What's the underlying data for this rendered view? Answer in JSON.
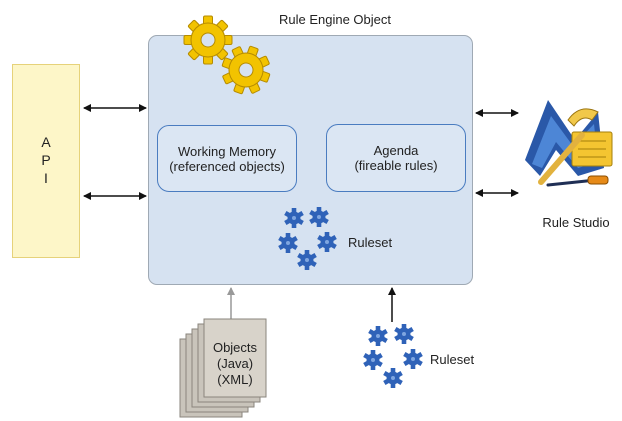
{
  "api": {
    "letters": [
      "A",
      "P",
      "I"
    ]
  },
  "engine": {
    "title": "Rule Engine Object",
    "working_memory": {
      "line1": "Working Memory",
      "line2": "(referenced objects)"
    },
    "agenda": {
      "line1": "Agenda",
      "line2": "(fireable rules)"
    },
    "ruleset_label": "Ruleset"
  },
  "external_ruleset": {
    "label": "Ruleset"
  },
  "objects": {
    "line1": "Objects",
    "line2": "(Java)",
    "line3": "(XML)"
  },
  "rule_studio": {
    "label": "Rule Studio"
  },
  "icons": {
    "gears": "gears-icon",
    "ruleset": "ruleset-gears-icon",
    "studio": "rule-studio-tools-icon",
    "documents": "document-stack-icon"
  },
  "colors": {
    "api_fill": "#fdf6c8",
    "engine_fill": "#d6e2f1",
    "inner_border": "#4a7cc0",
    "gear_yellow": "#f2c300",
    "blue_gear": "#2f62b8"
  }
}
